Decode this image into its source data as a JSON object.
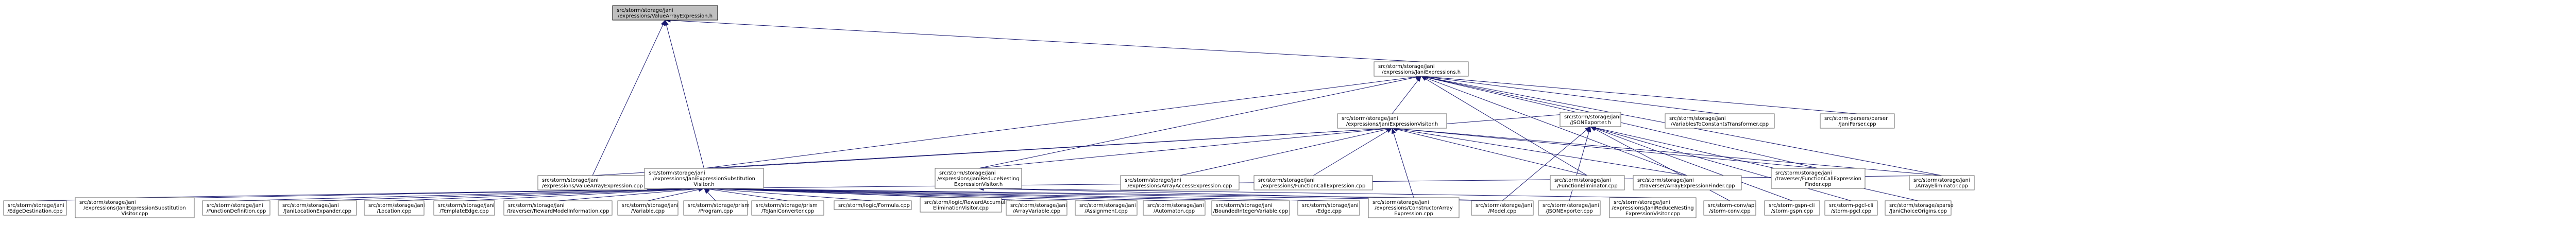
{
  "nodes": [
    {
      "id": "root",
      "root": true,
      "lines": [
        "src/storm/storage/jani",
        "/expressions/ValueArrayExpression.h"
      ]
    },
    {
      "id": "jani_expr_h",
      "lines": [
        "src/storm/storage/jani",
        "/expressions/JaniExpressions.h"
      ]
    },
    {
      "id": "var_to_const",
      "lines": [
        "src/storm/storage/jani",
        "/VariablesToConstantsTransformer.cpp"
      ]
    },
    {
      "id": "jani_parser",
      "lines": [
        "src/storm-parsers/parser",
        "/JaniParser.cpp"
      ]
    },
    {
      "id": "value_array_cpp",
      "lines": [
        "src/storm/storage/jani",
        "/expressions/ValueArrayExpression.cpp"
      ]
    },
    {
      "id": "jani_expr_subst_h",
      "lines": [
        "src/storm/storage/jani",
        "/expressions/JaniExpressionSubstitution",
        "Visitor.h"
      ]
    },
    {
      "id": "jani_expr_visitor_h",
      "lines": [
        "src/storm/storage/jani",
        "/expressions/JaniExpressionVisitor.h"
      ]
    },
    {
      "id": "jani_reduce_nesting_h",
      "lines": [
        "src/storm/storage/jani",
        "/expressions/JaniReduceNesting",
        "ExpressionVisitor.h"
      ]
    },
    {
      "id": "array_access_cpp",
      "lines": [
        "src/storm/storage/jani",
        "/expressions/ArrayAccessExpression.cpp"
      ]
    },
    {
      "id": "function_call_cpp",
      "lines": [
        "src/storm/storage/jani",
        "/expressions/FunctionCallExpression.cpp"
      ]
    },
    {
      "id": "function_elim_cpp",
      "lines": [
        "src/storm/storage/jani",
        "/FunctionEliminator.cpp"
      ]
    },
    {
      "id": "traverser_array_finder",
      "lines": [
        "src/storm/storage/jani",
        "/traverser/ArrayExpressionFinder.cpp"
      ]
    },
    {
      "id": "traverser_function_call_finder",
      "lines": [
        "src/storm/storage/jani",
        "/traverser/FunctionCallExpression",
        "Finder.cpp"
      ]
    },
    {
      "id": "array_elim_cpp",
      "lines": [
        "src/storm/storage/jani",
        "/ArrayEliminator.cpp"
      ]
    },
    {
      "id": "jsonexporter_h",
      "lines": [
        "src/storm/storage/jani",
        "/JSONExporter.h"
      ]
    },
    {
      "id": "edge_destination",
      "lines": [
        "src/storm/storage/jani",
        "/EdgeDestination.cpp"
      ]
    },
    {
      "id": "jani_expr_subst_cpp",
      "lines": [
        "src/storm/storage/jani",
        "/expressions/JaniExpressionSubstitution",
        "Visitor.cpp"
      ]
    },
    {
      "id": "function_definition",
      "lines": [
        "src/storm/storage/jani",
        "/FunctionDefinition.cpp"
      ]
    },
    {
      "id": "jani_location_expander",
      "lines": [
        "src/storm/storage/jani",
        "/JaniLocationExpander.cpp"
      ]
    },
    {
      "id": "location_cpp",
      "lines": [
        "src/storm/storage/jani",
        "/Location.cpp"
      ]
    },
    {
      "id": "template_edge",
      "lines": [
        "src/storm/storage/jani",
        "/TemplateEdge.cpp"
      ]
    },
    {
      "id": "reward_model_info",
      "lines": [
        "src/storm/storage/jani",
        "/traverser/RewardModelInformation.cpp"
      ]
    },
    {
      "id": "variable_cpp",
      "lines": [
        "src/storm/storage/jani",
        "/Variable.cpp"
      ]
    },
    {
      "id": "prism_program",
      "lines": [
        "src/storm/storage/prism",
        "/Program.cpp"
      ]
    },
    {
      "id": "to_jani_converter",
      "lines": [
        "src/storm/storage/prism",
        "/ToJaniConverter.cpp"
      ]
    },
    {
      "id": "logic_formula",
      "lines": [
        "src/storm/logic/Formula.cpp"
      ]
    },
    {
      "id": "reward_accumulation",
      "lines": [
        "src/storm/logic/RewardAccumulation",
        "EliminationVisitor.cpp"
      ]
    },
    {
      "id": "array_variable",
      "lines": [
        "src/storm/storage/jani",
        "/ArrayVariable.cpp"
      ]
    },
    {
      "id": "assignment_cpp",
      "lines": [
        "src/storm/storage/jani",
        "/Assignment.cpp"
      ]
    },
    {
      "id": "automaton_cpp",
      "lines": [
        "src/storm/storage/jani",
        "/Automaton.cpp"
      ]
    },
    {
      "id": "bounded_integer_variable",
      "lines": [
        "src/storm/storage/jani",
        "/BoundedIntegerVariable.cpp"
      ]
    },
    {
      "id": "edge_cpp",
      "lines": [
        "src/storm/storage/jani",
        "/Edge.cpp"
      ]
    },
    {
      "id": "construct_array_cpp",
      "lines": [
        "src/storm/storage/jani",
        "/expressions/ConstructorArray",
        "Expression.cpp"
      ]
    },
    {
      "id": "model_cpp",
      "lines": [
        "src/storm/storage/jani",
        "/Model.cpp"
      ]
    },
    {
      "id": "jsonexporter_cpp",
      "lines": [
        "src/storm/storage/jani",
        "/JSONExporter.cpp"
      ]
    },
    {
      "id": "jani_reduce_nesting_cpp",
      "lines": [
        "src/storm/storage/jani",
        "/expressions/JaniReduceNesting",
        "ExpressionVisitor.cpp"
      ]
    },
    {
      "id": "storm_conv",
      "lines": [
        "src/storm-conv/api",
        "/storm-conv.cpp"
      ]
    },
    {
      "id": "storm_gspn_cli",
      "lines": [
        "src/storm-gspn-cli",
        "/storm-gspn.cpp"
      ]
    },
    {
      "id": "storm_pgcl_cli",
      "lines": [
        "src/storm-pgcl-cli",
        "/storm-pgcl.cpp"
      ]
    },
    {
      "id": "jani_choice_origins",
      "lines": [
        "src/storm/storage/sparse",
        "/JaniChoiceOrigins.cpp"
      ]
    }
  ],
  "edges": [
    [
      "root",
      "jani_expr_h"
    ],
    [
      "root",
      "value_array_cpp"
    ],
    [
      "root",
      "jani_expr_subst_h"
    ],
    [
      "jani_expr_h",
      "var_to_const"
    ],
    [
      "jani_expr_h",
      "jani_parser"
    ],
    [
      "jani_expr_h",
      "jani_expr_visitor_h"
    ],
    [
      "jani_expr_h",
      "jani_expr_subst_h"
    ],
    [
      "jani_expr_h",
      "jani_reduce_nesting_h"
    ],
    [
      "jani_expr_h",
      "function_elim_cpp"
    ],
    [
      "jani_expr_h",
      "traverser_array_finder"
    ],
    [
      "jani_expr_h",
      "traverser_function_call_finder"
    ],
    [
      "jani_expr_h",
      "array_elim_cpp"
    ],
    [
      "jani_expr_h",
      "jsonexporter_h"
    ],
    [
      "jani_expr_visitor_h",
      "value_array_cpp"
    ],
    [
      "jani_expr_visitor_h",
      "jani_expr_subst_h"
    ],
    [
      "jani_expr_visitor_h",
      "jani_reduce_nesting_h"
    ],
    [
      "jani_expr_visitor_h",
      "array_access_cpp"
    ],
    [
      "jani_expr_visitor_h",
      "function_call_cpp"
    ],
    [
      "jani_expr_visitor_h",
      "function_elim_cpp"
    ],
    [
      "jani_expr_visitor_h",
      "traverser_array_finder"
    ],
    [
      "jani_expr_visitor_h",
      "traverser_function_call_finder"
    ],
    [
      "jani_expr_visitor_h",
      "array_elim_cpp"
    ],
    [
      "jani_expr_visitor_h",
      "jsonexporter_h"
    ],
    [
      "jani_expr_visitor_h",
      "construct_array_cpp"
    ],
    [
      "jani_expr_subst_h",
      "edge_destination"
    ],
    [
      "jani_expr_subst_h",
      "jani_expr_subst_cpp"
    ],
    [
      "jani_expr_subst_h",
      "function_definition"
    ],
    [
      "jani_expr_subst_h",
      "jani_location_expander"
    ],
    [
      "jani_expr_subst_h",
      "location_cpp"
    ],
    [
      "jani_expr_subst_h",
      "template_edge"
    ],
    [
      "jani_expr_subst_h",
      "reward_model_info"
    ],
    [
      "jani_expr_subst_h",
      "variable_cpp"
    ],
    [
      "jani_expr_subst_h",
      "prism_program"
    ],
    [
      "jani_expr_subst_h",
      "to_jani_converter"
    ],
    [
      "jani_expr_subst_h",
      "logic_formula"
    ],
    [
      "jani_expr_subst_h",
      "reward_accumulation"
    ],
    [
      "jani_expr_subst_h",
      "array_variable"
    ],
    [
      "jani_expr_subst_h",
      "assignment_cpp"
    ],
    [
      "jani_expr_subst_h",
      "automaton_cpp"
    ],
    [
      "jani_expr_subst_h",
      "bounded_integer_variable"
    ],
    [
      "jani_expr_subst_h",
      "edge_cpp"
    ],
    [
      "jani_expr_subst_h",
      "construct_array_cpp"
    ],
    [
      "jani_expr_subst_h",
      "model_cpp"
    ],
    [
      "jani_expr_subst_h",
      "array_elim_cpp"
    ],
    [
      "jani_reduce_nesting_h",
      "model_cpp"
    ],
    [
      "jani_reduce_nesting_h",
      "jani_reduce_nesting_cpp"
    ],
    [
      "jsonexporter_h",
      "model_cpp"
    ],
    [
      "jsonexporter_h",
      "jsonexporter_cpp"
    ],
    [
      "jsonexporter_h",
      "storm_conv"
    ],
    [
      "jsonexporter_h",
      "storm_gspn_cli"
    ],
    [
      "jsonexporter_h",
      "storm_pgcl_cli"
    ],
    [
      "jsonexporter_h",
      "jani_choice_origins"
    ]
  ]
}
